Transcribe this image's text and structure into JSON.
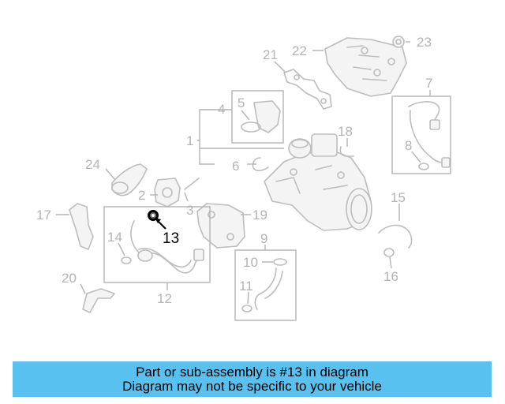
{
  "diagram": {
    "labels": [
      "1",
      "2",
      "3",
      "4",
      "5",
      "6",
      "7",
      "8",
      "9",
      "10",
      "11",
      "12",
      "14",
      "15",
      "16",
      "17",
      "18",
      "19",
      "20",
      "21",
      "22",
      "23",
      "24"
    ],
    "highlight_label": "13",
    "highlight_color": "#000000",
    "label_color": "#b4b4b4"
  },
  "banner": {
    "line1": "Part or sub-assembly is #13 in diagram",
    "line2": "Diagram may not be specific to your vehicle",
    "background": "#59c1ef"
  }
}
